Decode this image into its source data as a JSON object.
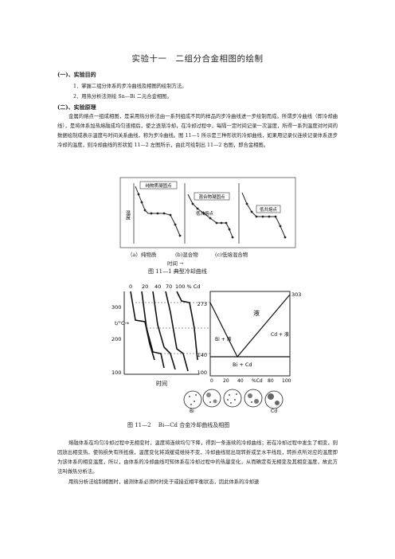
{
  "title": "实验十一　二组分合金相图的绘制",
  "sections": {
    "s1_heading": "(一)、实验目的",
    "s1_items": [
      "1．掌握二组分体系的步冷曲线及相图的绘制方法。",
      "2．用热分析法测绘 Sn—Bi 二元合金相图。"
    ],
    "s2_heading": "(二)、实验原理",
    "para1": "金属的熔点一组成相图，是采用热分析法由一系列组成不同的样品的步冷曲线进一步绘制而成。所谓步冷曲线（即冷却曲线），是将体系加热熔融成均匀液相后，使之逐渐冷却，在冷却过程中，每隔一定时间记录一次温度，所得一系列温度对时间的数据绘制成表示温度与时间关系曲线，称为步冷曲线。图 11—1 所示是三种形状的冷却曲线，如果用记录仪连续记录体系逐步冷却的温度，则冷却曲线的形状如 11—2 左图所示，由此可绘制出 11—2 右图，即合金相图。",
    "para2": "熔融体系在均匀冷却过程中无相变时，温度将连续均匀下降，得到一条连续的冷却曲线；若在冷却过程中发生了相变，则因放出相变热，使热损失有所抵偿，温度变化将减缓或维持不变，冷却曲线就出现转折或呈水平线段，转折点所对应的温度即为该体系的相变温度，所以，由体系的冷却曲线可知体系在冷却过程中的热量变化，从而确定有无相变及其相变温度，故此方法叫做热分析法。",
    "para3": "用热分析法绘制相图时，被测体系必须时时处于或接近相平衡状态，因此体系的冷却速"
  },
  "fig1": {
    "labels": [
      "纯物质凝固点",
      "混合物凝固点",
      "低共熔点",
      "低共熔点"
    ],
    "yaxis": "温度",
    "captions": [
      "（a）纯物质",
      "(b)混合物",
      "(c)低熔混合物"
    ],
    "xaxis": "时间 →",
    "caption": "图 11—1 典型冷却曲线"
  },
  "fig2": {
    "left_top_labels": [
      "0",
      "20",
      "40",
      "70",
      "100 % Cd"
    ],
    "left_ticks": [
      "300",
      "200",
      "100"
    ],
    "yaxis": "t/°C→",
    "xaxis": "时间",
    "right_ticks": [
      "273",
      "140",
      "100"
    ],
    "right_top": "303",
    "regions": [
      "液",
      "Bi + 液",
      "Cd + 液",
      "Bi + Cd"
    ],
    "composition_ticks": [
      "0",
      "20",
      "40",
      "%Cd",
      "80",
      "100"
    ],
    "bottom_labels": [
      "Bi",
      "Cd"
    ],
    "caption": "图 11—2　 Bi—Cd 合金冷却曲线及相图"
  }
}
